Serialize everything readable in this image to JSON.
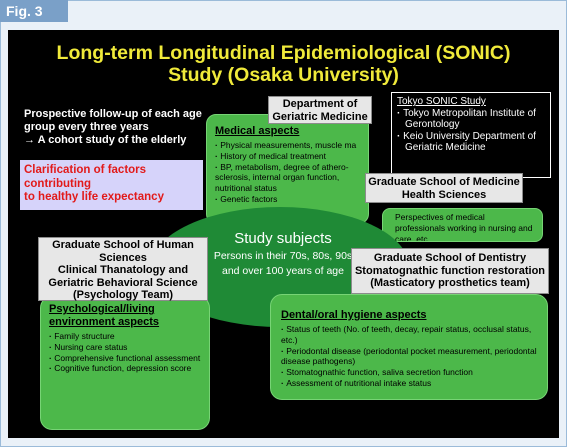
{
  "figure_tab": "Fig. 3",
  "title_line1": "Long-term Longitudinal Epidemiological (SONIC)",
  "title_line2": "Study (Osaka University)",
  "intro_line1": "Prospective follow-up of each age",
  "intro_line2": "group every three years",
  "intro_line3": "→ A cohort study of the elderly",
  "clarification_line1": "Clarification of factors",
  "clarification_line2": "contributing",
  "clarification_line3": "to healthy life expectancy",
  "geriatric_line1": "Department of",
  "geriatric_line2": "Geriatric Medicine",
  "tokyo": {
    "heading": "Tokyo SONIC Study",
    "items": [
      "Tokyo Metropolitan Institute of Gerontology",
      "Keio University Department of Geriatric Medicine"
    ]
  },
  "medical": {
    "heading": "Medical aspects",
    "items": [
      "Physical measurements, muscle ma",
      "History of medical treatment",
      "BP, metabolism, degree of athero-sclerosis, internal organ function, nutritional status",
      "Genetic factors"
    ]
  },
  "health_sciences_line1": "Graduate School of Medicine",
  "health_sciences_line2": "Health Sciences",
  "nursing_text": "Perspectives of medical professionals working in nursing and care, etc.",
  "center": {
    "title": "Study subjects",
    "line1": "Persons in their 70s, 80s, 90s",
    "line2": "and over 100 years of age"
  },
  "human_sciences_lines": [
    "Graduate School of Human",
    "Sciences",
    "Clinical Thanatology and",
    "Geriatric Behavioral Science",
    "(Psychology Team)"
  ],
  "dentistry_lines": [
    "Graduate School of Dentistry",
    "Stomatognathic function restoration",
    "(Masticatory prosthetics team)"
  ],
  "psych": {
    "heading_line1": "Psychological/living",
    "heading_line2": "environment aspects",
    "items": [
      "Family structure",
      "Nursing care status",
      "Comprehensive functional assessment",
      "Cognitive function, depression score"
    ]
  },
  "dental": {
    "heading": "Dental/oral hygiene aspects",
    "items": [
      "Status of teeth (No. of teeth, decay, repair status, occlusal status, etc.)",
      "Periodontal disease (periodontal pocket measurement, periodontal disease pathogens)",
      "Stomatognathic function, saliva secretion function",
      "Assessment of nutritional intake status"
    ]
  }
}
